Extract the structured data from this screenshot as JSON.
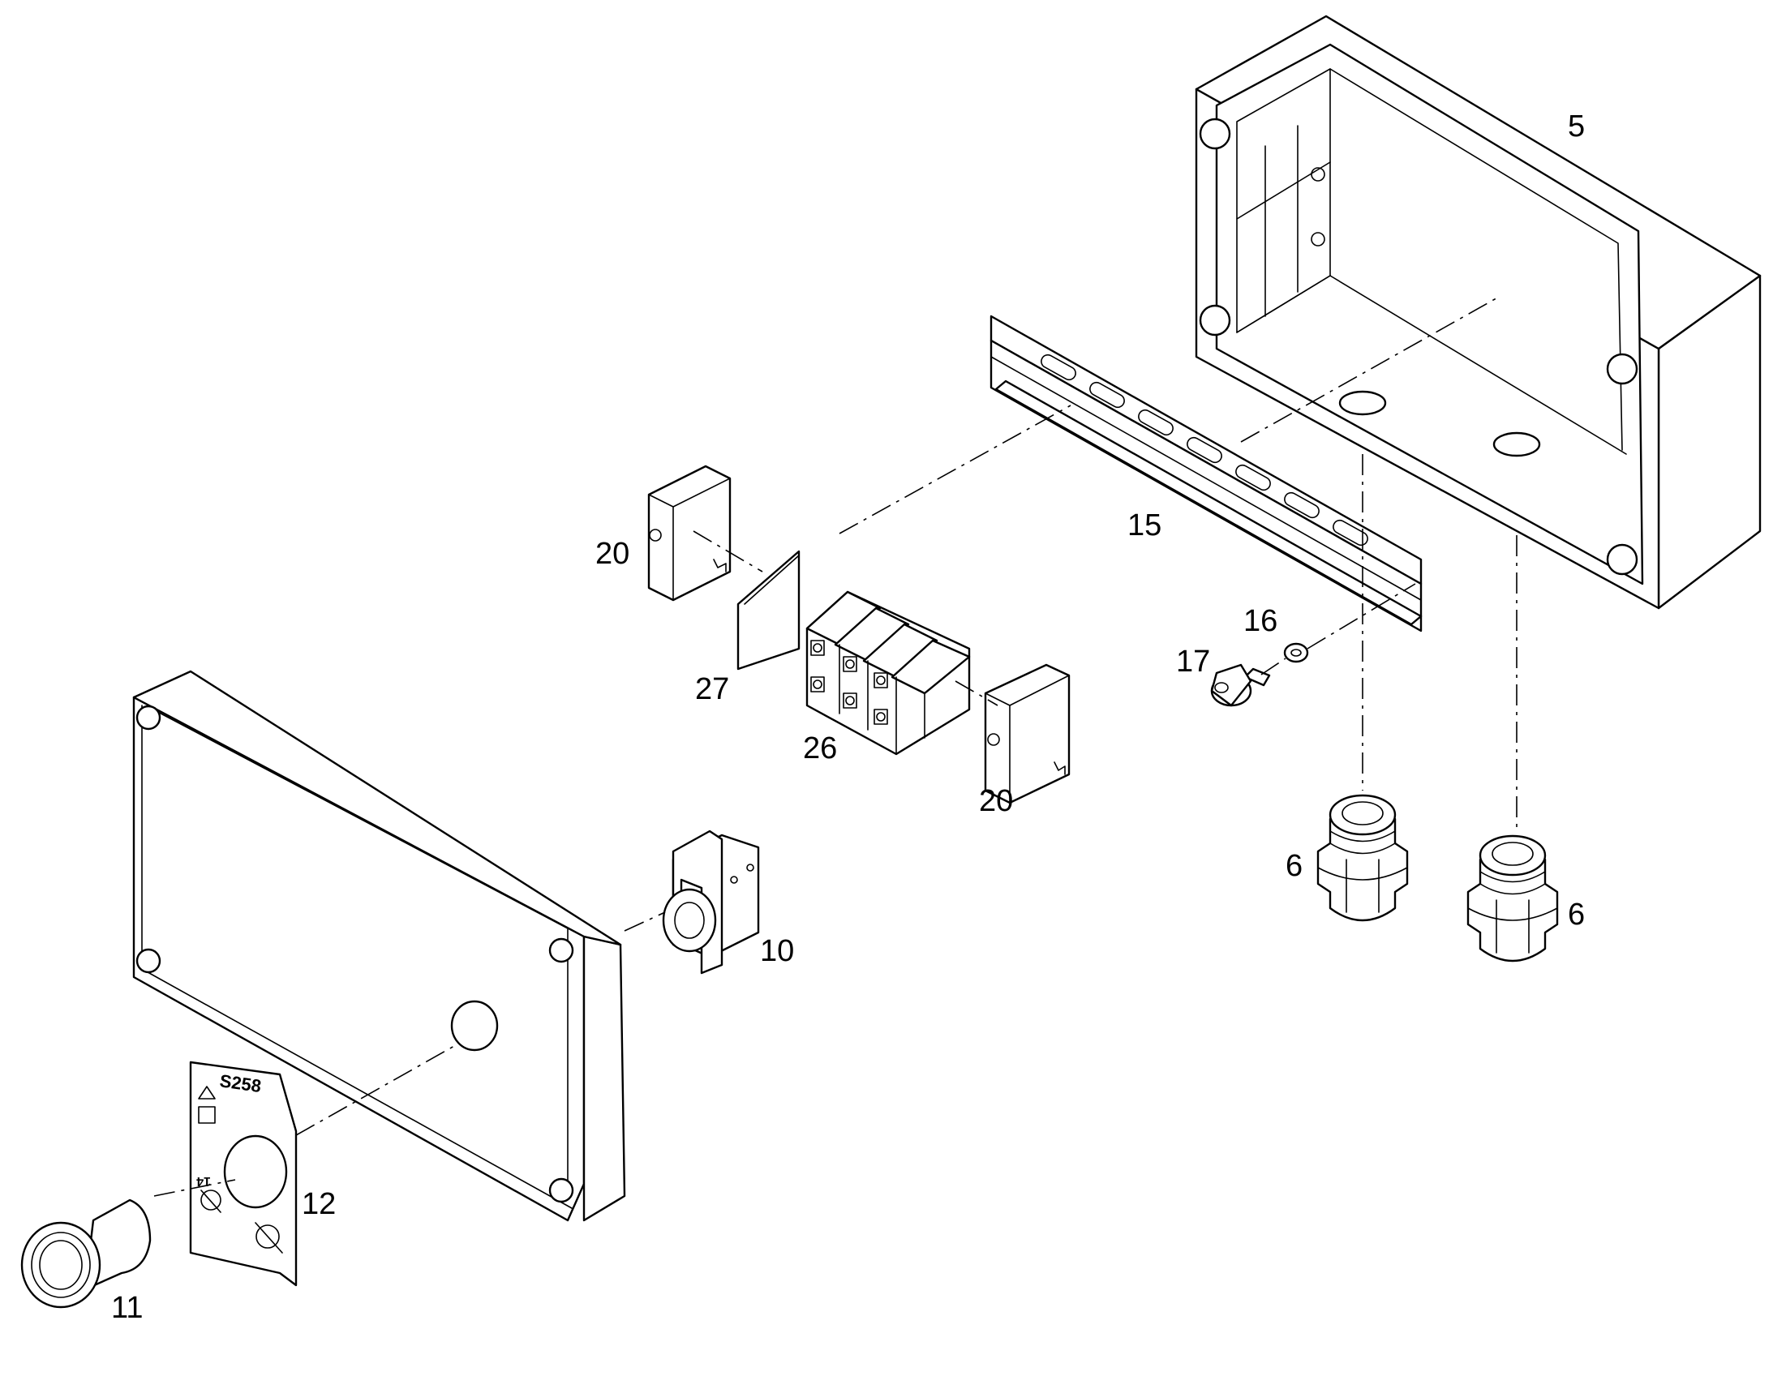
{
  "diagram": {
    "callouts": {
      "c5": "5",
      "c15": "15",
      "c20a": "20",
      "c27": "27",
      "c26": "26",
      "c20b": "20",
      "c16": "16",
      "c17": "17",
      "c6a": "6",
      "c6b": "6",
      "c10": "10",
      "c12": "12",
      "c11": "11"
    },
    "plate_label": "S258",
    "plate_small_label": "14"
  }
}
